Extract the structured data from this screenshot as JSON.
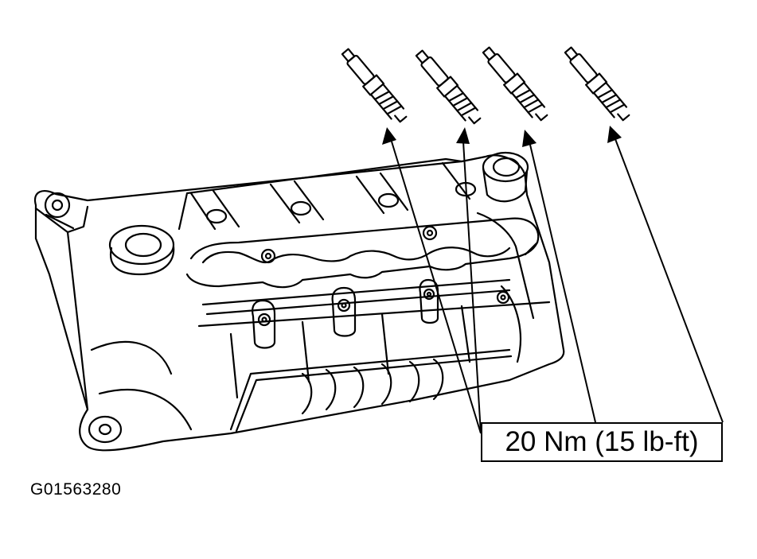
{
  "torque_spec": "20 Nm (15 lb-ft)",
  "figure_id": "G01563280",
  "colors": {
    "ink": "#000000",
    "background": "#ffffff"
  },
  "components": [
    {
      "name": "spark-plug",
      "count": 4
    },
    {
      "name": "cylinder-head-cover",
      "count": 1
    }
  ]
}
